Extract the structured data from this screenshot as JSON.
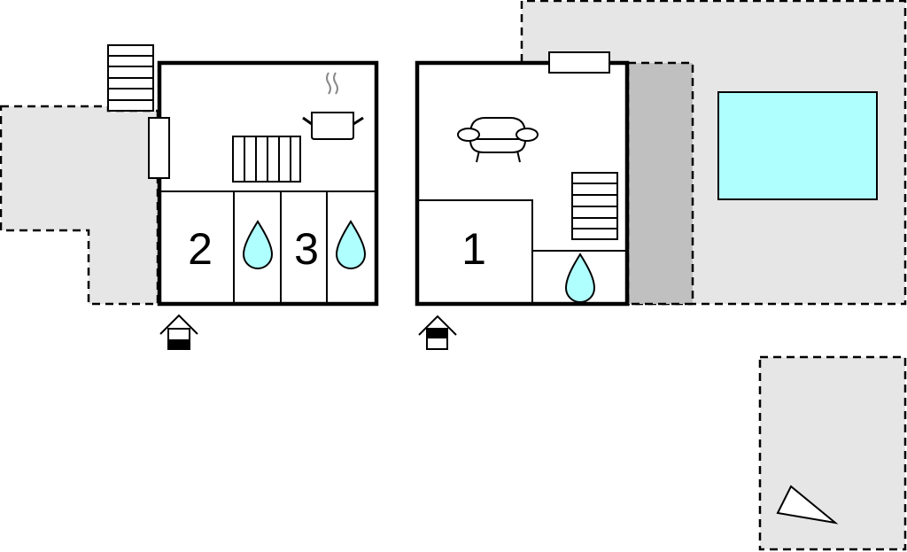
{
  "floorplan": {
    "rooms": [
      {
        "label": "2"
      },
      {
        "label": "3"
      },
      {
        "label": "1"
      }
    ],
    "colors": {
      "outdoor_area": "#e6e6e6",
      "covered_area": "#c0c0c0",
      "pool": "#b0ffff",
      "water_drop": "#b0ffff",
      "wall": "#000000"
    }
  }
}
